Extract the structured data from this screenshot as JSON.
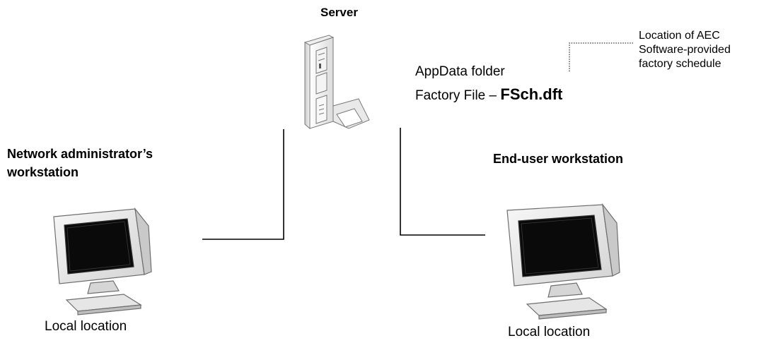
{
  "server": {
    "label": "Server",
    "folder": "AppData folder",
    "factory_prefix": "Factory File – ",
    "factory_file": "FSch.dft"
  },
  "callout": {
    "line1": "Location of AEC",
    "line2": "Software-provided",
    "line3": "factory schedule"
  },
  "admin": {
    "title_line1": "Network administrator’s",
    "title_line2": "workstation",
    "location": "Local location"
  },
  "enduser": {
    "title": "End-user workstation",
    "location": "Local location"
  },
  "icons": [
    "server-tower-icon",
    "crt-monitor-icon"
  ]
}
